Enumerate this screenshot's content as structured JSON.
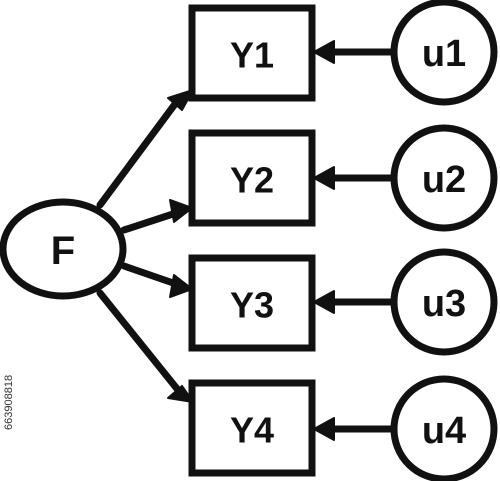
{
  "diagram": {
    "factor": {
      "label": "F"
    },
    "indicators": [
      {
        "label": "Y1"
      },
      {
        "label": "Y2"
      },
      {
        "label": "Y3"
      },
      {
        "label": "Y4"
      }
    ],
    "errors": [
      {
        "label": "u1"
      },
      {
        "label": "u2"
      },
      {
        "label": "u3"
      },
      {
        "label": "u4"
      }
    ],
    "colors": {
      "stroke": "#111111",
      "fill": "#ffffff"
    }
  },
  "watermark": {
    "id_text": "663908818"
  }
}
